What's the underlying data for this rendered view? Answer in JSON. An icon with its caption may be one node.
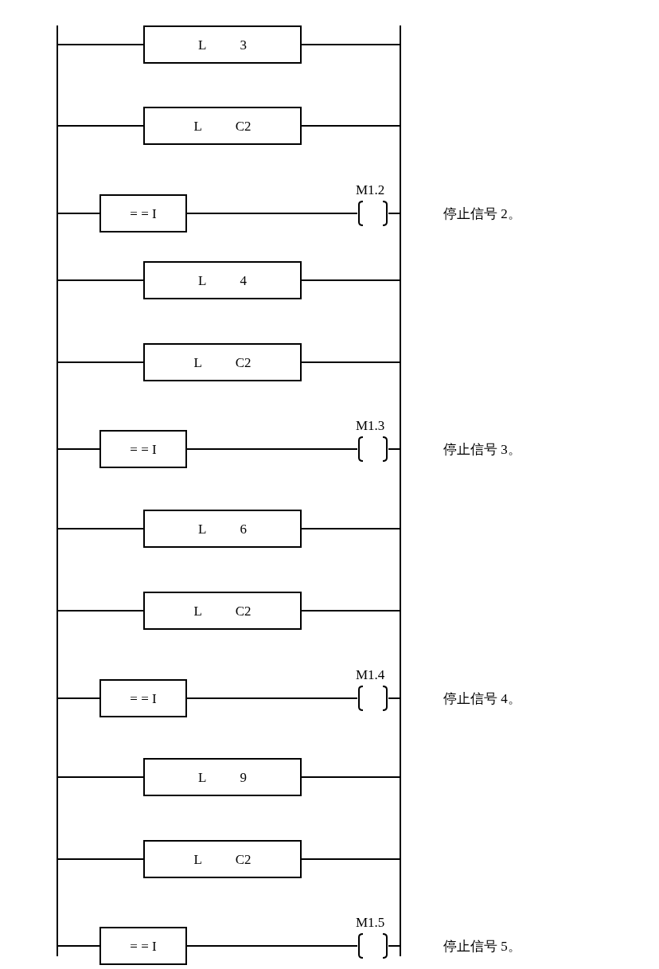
{
  "diagram": {
    "nodes": [
      {
        "text": [],
        "shape": "bar"
      },
      {
        "text": [],
        "shape": "bar"
      },
      {
        "text": [
          "L",
          "3"
        ]
      },
      {
        "text": [
          "L",
          "C2"
        ]
      },
      {
        "text": [
          "= = I"
        ]
      },
      {
        "text": [
          "M1.2"
        ]
      },
      {
        "text": [
          "L",
          "4"
        ]
      },
      {
        "text": [
          "L",
          "C2"
        ]
      },
      {
        "text": [
          "= = I"
        ]
      },
      {
        "text": [
          "M1.3"
        ]
      },
      {
        "text": [
          "L",
          "6"
        ]
      },
      {
        "text": [
          "L",
          "C2"
        ]
      },
      {
        "text": [
          "= = I"
        ]
      },
      {
        "text": [
          "M1.4"
        ]
      },
      {
        "text": [
          "L",
          "9"
        ]
      },
      {
        "text": [
          "L",
          "C2"
        ]
      },
      {
        "text": [
          "= = I"
        ]
      },
      {
        "text": [
          "M1.5"
        ]
      }
    ],
    "labels": [
      "停止信号 2。",
      "停止信号 3。",
      "停止信号 4。",
      "停止信号 5。"
    ],
    "edges": [
      {
        "from": 0,
        "to": 2,
        "arrow": "none"
      },
      {
        "from": 2,
        "to": 1,
        "arrow": "none"
      },
      {
        "from": 0,
        "to": 3,
        "arrow": "none"
      },
      {
        "from": 3,
        "to": 1,
        "arrow": "none"
      },
      {
        "from": 0,
        "to": 4,
        "arrow": "none"
      },
      {
        "from": 4,
        "to": 5,
        "arrow": "none"
      },
      {
        "from": 5,
        "to": 1,
        "arrow": "none"
      },
      {
        "from": 0,
        "to": 6,
        "arrow": "none"
      },
      {
        "from": 6,
        "to": 1,
        "arrow": "none"
      },
      {
        "from": 0,
        "to": 7,
        "arrow": "none"
      },
      {
        "from": 7,
        "to": 1,
        "arrow": "none"
      },
      {
        "from": 0,
        "to": 8,
        "arrow": "none"
      },
      {
        "from": 8,
        "to": 9,
        "arrow": "none"
      },
      {
        "from": 9,
        "to": 1,
        "arrow": "none"
      },
      {
        "from": 0,
        "to": 10,
        "arrow": "none"
      },
      {
        "from": 10,
        "to": 1,
        "arrow": "none"
      },
      {
        "from": 0,
        "to": 11,
        "arrow": "none"
      },
      {
        "from": 11,
        "to": 1,
        "arrow": "none"
      },
      {
        "from": 0,
        "to": 12,
        "arrow": "none"
      },
      {
        "from": 12,
        "to": 13,
        "arrow": "none"
      },
      {
        "from": 13,
        "to": 1,
        "arrow": "none"
      },
      {
        "from": 0,
        "to": 14,
        "arrow": "none"
      },
      {
        "from": 14,
        "to": 1,
        "arrow": "none"
      },
      {
        "from": 0,
        "to": 15,
        "arrow": "none"
      },
      {
        "from": 15,
        "to": 1,
        "arrow": "none"
      },
      {
        "from": 0,
        "to": 16,
        "arrow": "none"
      },
      {
        "from": 16,
        "to": 17,
        "arrow": "none"
      },
      {
        "from": 17,
        "to": 1,
        "arrow": "none"
      }
    ]
  }
}
